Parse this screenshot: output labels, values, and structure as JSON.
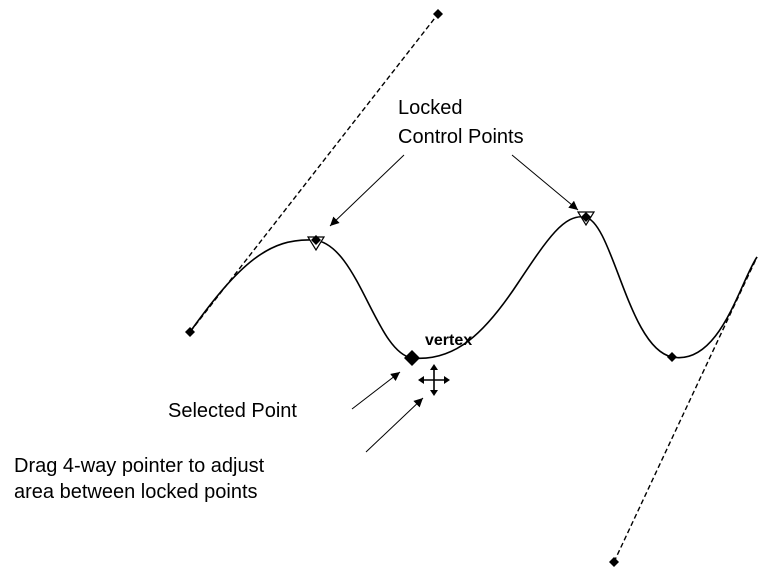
{
  "labels": {
    "locked_line1": "Locked",
    "locked_line2": "Control Points",
    "vertex": "vertex",
    "selected_point": "Selected Point",
    "drag_line1": "Drag 4-way pointer to adjust",
    "drag_line2": "area between locked points"
  },
  "icons": {
    "control_point": "filled-diamond",
    "selected_point": "large-filled-diamond",
    "locked_marker": "hollow-triangle",
    "drag_pointer": "four-way-arrow"
  },
  "colors": {
    "ink": "#000000",
    "background": "#ffffff"
  }
}
